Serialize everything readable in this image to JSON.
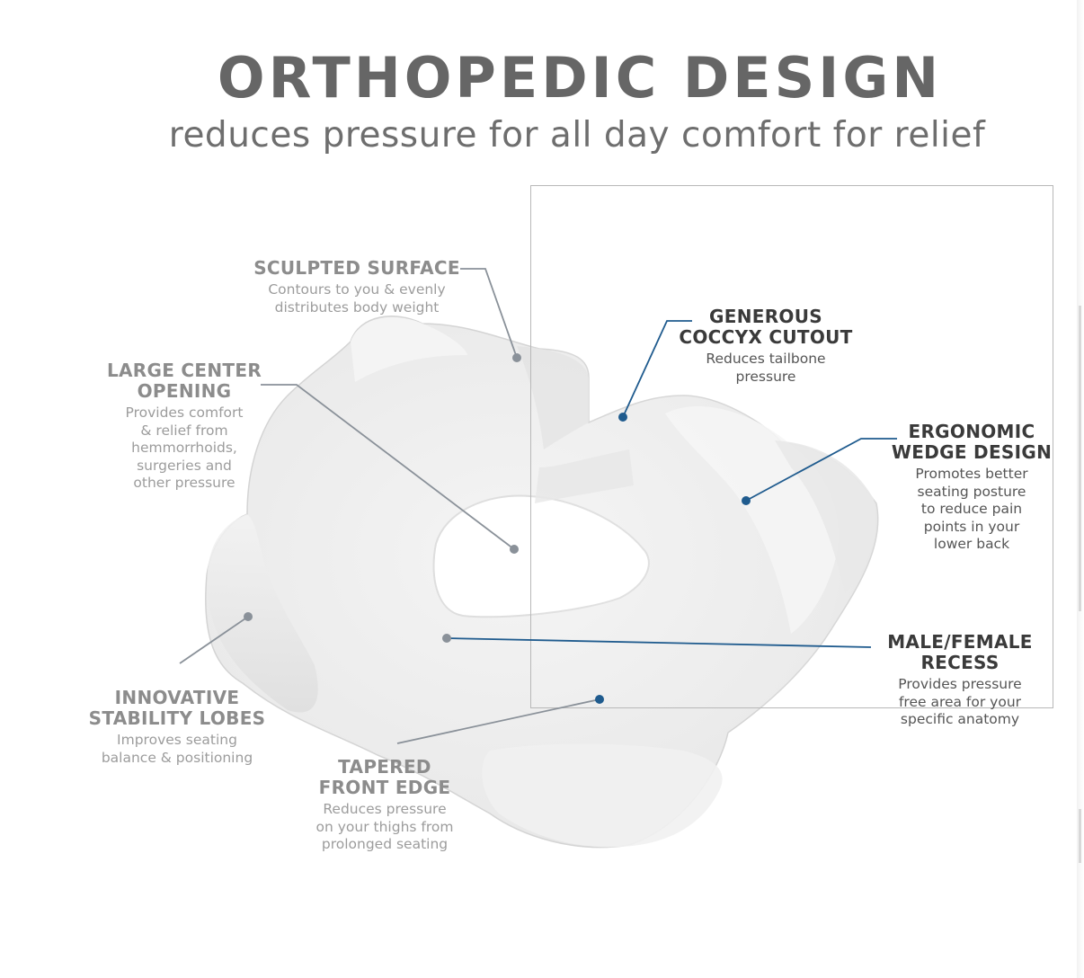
{
  "title": "ORTHOPEDIC DESIGN",
  "subtitle": "reduces pressure for all day comfort for relief",
  "colors": {
    "callout_grey": "#8a9199",
    "callout_blue": "#1f5b8e",
    "cushion": "#ececec"
  },
  "callouts": {
    "sculpted_surface": {
      "title": "SCULPTED SURFACE",
      "desc": "Contours to you & evenly\ndistributes body weight"
    },
    "large_center_opening": {
      "title": "LARGE CENTER\nOPENING",
      "desc": "Provides comfort\n& relief from\nhemmorrhoids,\nsurgeries and\nother pressure"
    },
    "innovative_stability_lobes": {
      "title": "INNOVATIVE\nSTABILITY LOBES",
      "desc": "Improves seating\nbalance & positioning"
    },
    "tapered_front_edge": {
      "title": "TAPERED\nFRONT EDGE",
      "desc": "Reduces pressure\non your thighs from\nprolonged seating"
    },
    "generous_coccyx_cutout": {
      "title": "GENEROUS\nCOCCYX CUTOUT",
      "desc": "Reduces tailbone\npressure"
    },
    "ergonomic_wedge_design": {
      "title": "ERGONOMIC\nWEDGE DESIGN",
      "desc": "Promotes better\nseating posture\nto reduce pain\npoints in your\nlower back"
    },
    "male_female_recess": {
      "title": "MALE/FEMALE\nRECESS",
      "desc": "Provides pressure\nfree area for your\nspecific anatomy"
    }
  }
}
